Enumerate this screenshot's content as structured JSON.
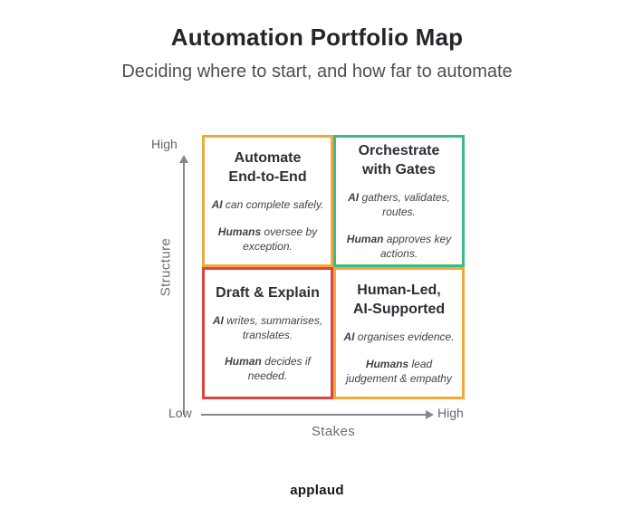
{
  "header": {
    "title": "Automation Portfolio Map",
    "subtitle": "Deciding where to start, and how far to automate"
  },
  "axes": {
    "y_label": "Structure",
    "y_high_label": "High",
    "origin_label": "Low",
    "x_label": "Stakes",
    "x_high_label": "High"
  },
  "colors": {
    "orange": "#F2A93B",
    "green": "#3CBC85",
    "red": "#D8463E",
    "axis_gray": "#85888b"
  },
  "quadrants": [
    {
      "position": "top-left",
      "color": "#F2A93B",
      "title_line1": "Automate",
      "title_line2": "End-to-End",
      "p1_lead": "AI",
      "p1_rest": " can complete safely.",
      "p2_lead": "Humans",
      "p2_rest": " oversee by exception."
    },
    {
      "position": "top-right",
      "color": "#3CBC85",
      "title_line1": "Orchestrate",
      "title_line2": "with Gates",
      "p1_lead": "AI",
      "p1_rest": " gathers, validates, routes.",
      "p2_lead": "Human",
      "p2_rest": " approves key actions."
    },
    {
      "position": "bottom-left",
      "color": "#D8463E",
      "title_line1": "Draft & Explain",
      "title_line2": "",
      "p1_lead": "AI",
      "p1_rest": " writes, summarises, translates.",
      "p2_lead": "Human",
      "p2_rest": " decides if needed."
    },
    {
      "position": "bottom-right",
      "color": "#F2A93B",
      "title_line1": "Human-Led,",
      "title_line2": "AI-Supported",
      "p1_lead": "AI",
      "p1_rest": " organises evidence.",
      "p2_lead": "Humans",
      "p2_rest": " lead judgement & empathy"
    }
  ],
  "footer": {
    "brand": "applaud"
  }
}
